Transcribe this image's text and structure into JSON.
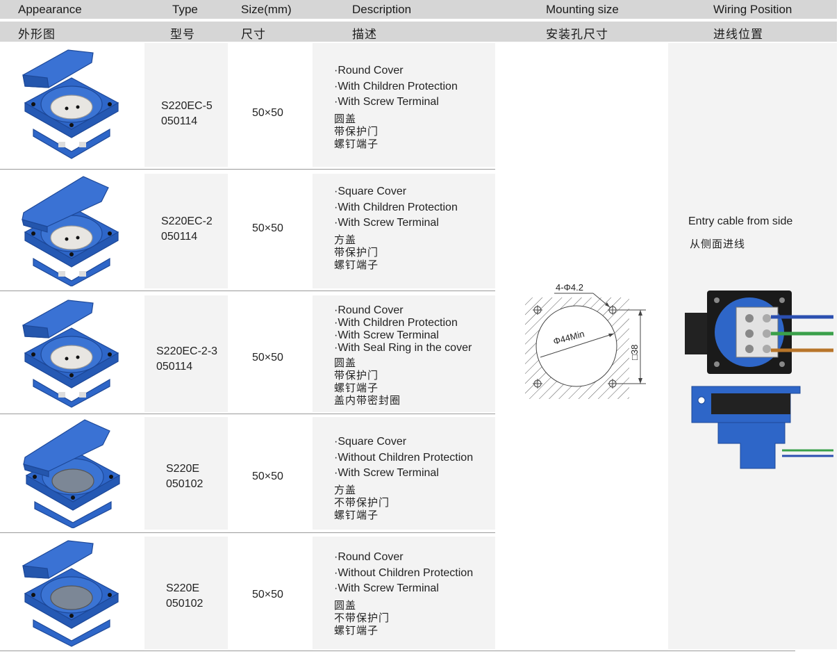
{
  "header": {
    "en": {
      "appearance": "Appearance",
      "type": "Type",
      "size": "Size(mm)",
      "description": "Description",
      "mounting": "Mounting size",
      "wiring": "Wiring Position"
    },
    "zh": {
      "appearance": "外形图",
      "type": "型号",
      "size": "尺寸",
      "description": "描述",
      "mounting": "安装孔尺寸",
      "wiring": "进线位置"
    }
  },
  "rows": [
    {
      "type_line1": "S220EC-5",
      "type_line2": "050114",
      "size": "50×50",
      "desc_en": [
        "·Round Cover",
        "·With Children Protection",
        "·With Screw Terminal"
      ],
      "desc_zh": [
        "圆盖",
        "带保护门",
        "螺钉端子"
      ]
    },
    {
      "type_line1": "S220EC-2",
      "type_line2": "050114",
      "size": "50×50",
      "desc_en": [
        "·Square Cover",
        "·With Children Protection",
        "·With Screw Terminal"
      ],
      "desc_zh": [
        "方盖",
        "带保护门",
        "螺钉端子"
      ]
    },
    {
      "type_line1": "S220EC-2-3",
      "type_line2": "050114",
      "size": "50×50",
      "desc_en": [
        "·Round Cover",
        "·With Children Protection",
        "·With Screw Terminal",
        "·With Seal Ring in the cover"
      ],
      "desc_zh": [
        "圆盖",
        "带保护门",
        "螺钉端子",
        "盖内带密封圈"
      ]
    },
    {
      "type_line1": "S220E",
      "type_line2": "050102",
      "size": "50×50",
      "desc_en": [
        "·Square Cover",
        "·Without Children Protection",
        "·With Screw Terminal"
      ],
      "desc_zh": [
        "方盖",
        "不带保护门",
        "螺钉端子"
      ]
    },
    {
      "type_line1": "S220E",
      "type_line2": "050102",
      "size": "50×50",
      "desc_en": [
        "·Round Cover",
        "·Without Children Protection",
        "·With Screw Terminal"
      ],
      "desc_zh": [
        "圆盖",
        "不带保护门",
        "螺钉端子"
      ]
    }
  ],
  "mounting": {
    "hole_label": "4-Φ4.2",
    "circle_label": "Φ44Min",
    "square_label": "□38"
  },
  "wiring": {
    "en": "Entry cable from side",
    "zh": "从侧面进线"
  },
  "colors": {
    "socket_blue": "#2e66c8",
    "header_bg": "#d6d6d6",
    "cell_bg": "#f3f3f3",
    "wire_blue": "#2b4fb0",
    "wire_green": "#3aa04a",
    "wire_brown": "#b8752a"
  }
}
